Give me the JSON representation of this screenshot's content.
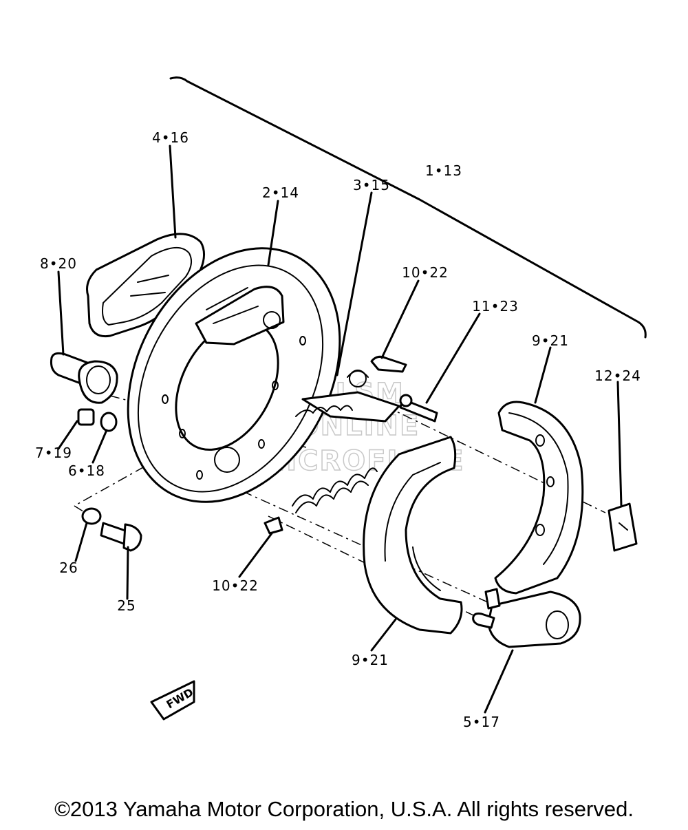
{
  "parts": [
    {
      "key": "p1_13",
      "label": "1•13"
    },
    {
      "key": "p2_14",
      "label": "2•14"
    },
    {
      "key": "p3_15",
      "label": "3•15"
    },
    {
      "key": "p4_16",
      "label": "4•16"
    },
    {
      "key": "p5_17",
      "label": "5•17"
    },
    {
      "key": "p6_18",
      "label": "6•18"
    },
    {
      "key": "p7_19",
      "label": "7•19"
    },
    {
      "key": "p8_20",
      "label": "8•20"
    },
    {
      "key": "p9_21a",
      "label": "9•21"
    },
    {
      "key": "p9_21b",
      "label": "9•21"
    },
    {
      "key": "p10_22a",
      "label": "10•22"
    },
    {
      "key": "p10_22b",
      "label": "10•22"
    },
    {
      "key": "p11_23",
      "label": "11•23"
    },
    {
      "key": "p12_24",
      "label": "12•24"
    },
    {
      "key": "p25",
      "label": "25"
    },
    {
      "key": "p26",
      "label": "26"
    }
  ],
  "watermark": {
    "line1": "HLSM",
    "line2": "ONLINE",
    "line3": "MICROFICHE"
  },
  "fwd_badge": "FWD",
  "copyright": "©2013 Yamaha Motor Corporation, U.S.A. All rights reserved."
}
